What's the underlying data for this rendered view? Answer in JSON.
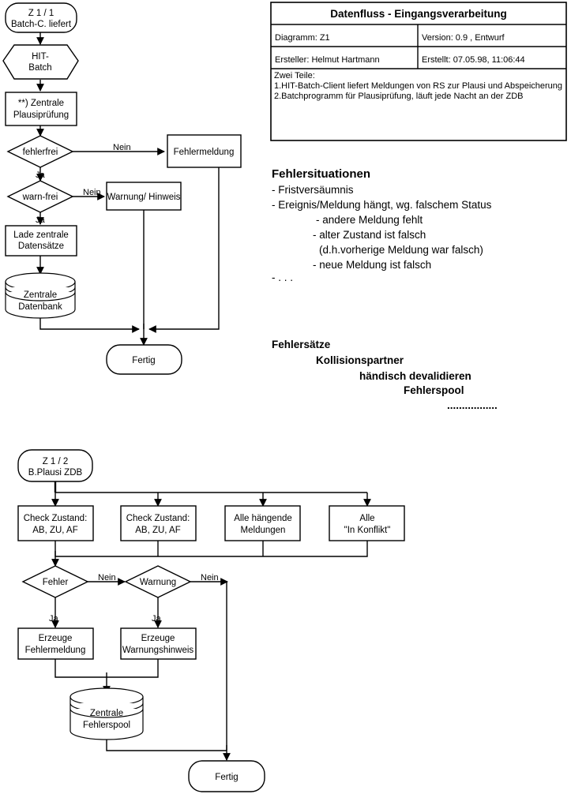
{
  "titleblock": {
    "title": "Datenfluss - Eingangsverarbeitung",
    "rows": [
      {
        "left": "Diagramm: Z1",
        "right": "Version: 0.9 , Entwurf"
      },
      {
        "left": "Ersteller: Helmut Hartmann",
        "right": "Erstellt:  07.05.98, 11:06:44"
      }
    ],
    "notes": [
      "Zwei Teile:",
      "1.HIT-Batch-Client liefert Meldungen von RS zur Plausi und Abspeicherung",
      "2.Batchprogramm für Plausiprüfung, läuft jede Nacht an der ZDB"
    ]
  },
  "fehlersituationen": {
    "heading": "Fehlersituationen",
    "lines": [
      "- Fristversäumnis",
      "- Ereignis/Meldung hängt, wg. falschem Status",
      "- andere Meldung fehlt",
      "- alter Zustand ist falsch",
      "(d.h.vorherige Meldung war falsch)",
      "- neue Meldung ist falsch",
      "- . . ."
    ]
  },
  "fehlersaetze": {
    "lines": [
      "Fehlersätze",
      "Kollisionspartner",
      "händisch devalidieren",
      "Fehlerspool",
      "................."
    ]
  },
  "chart_top": {
    "start": {
      "l1": "Z 1 / 1",
      "l2": "Batch-C. liefert"
    },
    "hexagon": {
      "l1": "HIT-",
      "l2": "Batch"
    },
    "process1": {
      "l1": "**) Zentrale",
      "l2": "Plausiprüfung"
    },
    "decision1": "fehlerfrei",
    "decision2": "warn-frei",
    "box_fehlermeldung": "Fehlermeldung",
    "box_warnung": "Warnung/ Hinweis",
    "box_lade": {
      "l1": "Lade zentrale",
      "l2": "Datensätze"
    },
    "db": {
      "l1": "Zentrale",
      "l2": "Datenbank"
    },
    "end": "Fertig",
    "labels": {
      "nein1": "Nein",
      "nein2": "Nein",
      "ja1": "Ja",
      "ja2": "Ja"
    }
  },
  "chart_bottom": {
    "start": {
      "l1": "Z 1 / 2",
      "l2": "B.Plausi ZDB"
    },
    "boxes": [
      {
        "l1": "Check Zustand:",
        "l2": "AB, ZU, AF"
      },
      {
        "l1": "Check Zustand:",
        "l2": "AB, ZU, AF"
      },
      {
        "l1": "Alle hängende",
        "l2": "Meldungen"
      },
      {
        "l1": "Alle",
        "l2": "\"In Konflikt\""
      }
    ],
    "decision1": "Fehler",
    "decision2": "Warnung",
    "box_err": {
      "l1": "Erzeuge",
      "l2": "Fehlermeldung"
    },
    "box_warn": {
      "l1": "Erzeuge",
      "l2": "Warnungshinweis"
    },
    "db": {
      "l1": "Zentrale",
      "l2": "Fehlerspool"
    },
    "end": "Fertig",
    "labels": {
      "nein1": "Nein",
      "nein2": "Nein",
      "ja1": "Ja",
      "ja2": "Ja"
    }
  },
  "colors": {
    "line": "#000000",
    "fill": "#ffffff"
  }
}
